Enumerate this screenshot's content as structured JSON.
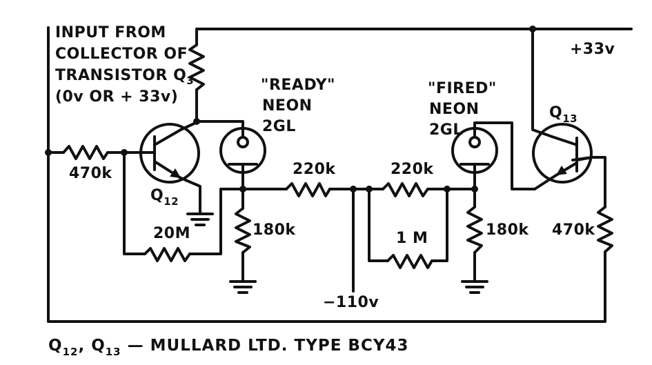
{
  "input_note": {
    "line1": "INPUT FROM",
    "line2": "COLLECTOR OF",
    "line3": "TRANSISTOR Q",
    "line3_sub": "3",
    "line4": "(0v  OR + 33v)"
  },
  "supply_label": "+33v",
  "neg_supply_label": "−110v",
  "ready_neon": {
    "line1": "\"READY\"",
    "line2": "NEON",
    "line3": "2GL"
  },
  "fired_neon": {
    "line1": "\"FIRED\"",
    "line2": "NEON",
    "line3": "2GL"
  },
  "q12": {
    "prefix": "Q",
    "sub": "12"
  },
  "q13": {
    "prefix": "Q",
    "sub": "13"
  },
  "resistors": {
    "r_input": "470k",
    "r_feedback": "20M",
    "r_ready_pulldown": "180k",
    "r_series_left": "220k",
    "r_series_right": "220k",
    "r_parallel": "1 M",
    "r_fired_pulldown": "180k",
    "r_q13_emitter": "470k"
  },
  "caption": {
    "q12_prefix": "Q",
    "q12_sub": "12",
    "sep": ", ",
    "q13_prefix": "Q",
    "q13_sub": "13",
    "rest": " — MULLARD LTD. TYPE BCY43"
  }
}
